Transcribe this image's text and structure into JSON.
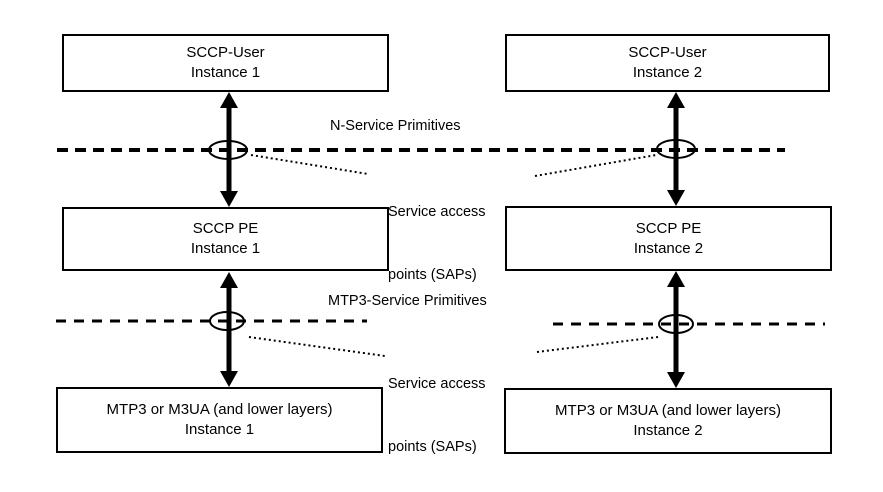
{
  "boxes": [
    {
      "id": "sccp-user-1",
      "line1": "SCCP-User",
      "line2": "Instance 1"
    },
    {
      "id": "sccp-user-2",
      "line1": "SCCP-User",
      "line2": "Instance 2"
    },
    {
      "id": "sccp-pe-1",
      "line1": "SCCP PE",
      "line2": "Instance 1"
    },
    {
      "id": "sccp-pe-2",
      "line1": "SCCP PE",
      "line2": "Instance 2"
    },
    {
      "id": "mtp3-1",
      "line1": "MTP3 or M3UA (and lower layers)",
      "line2": "Instance 1"
    },
    {
      "id": "mtp3-2",
      "line1": "MTP3 or M3UA (and lower layers)",
      "line2": "Instance 2"
    }
  ],
  "labels": {
    "n_service_primitives": "N-Service Primitives",
    "mtp3_service_primitives": "MTP3-Service Primitives",
    "sap_upper": {
      "line1": "Service access",
      "line2": "points (SAPs)"
    },
    "sap_lower": {
      "line1": "Service access",
      "line2": "points (SAPs)"
    }
  },
  "colors": {
    "line": "#000000",
    "box_fill": "#ffffff",
    "text": "#000000",
    "background": "#ffffff"
  }
}
